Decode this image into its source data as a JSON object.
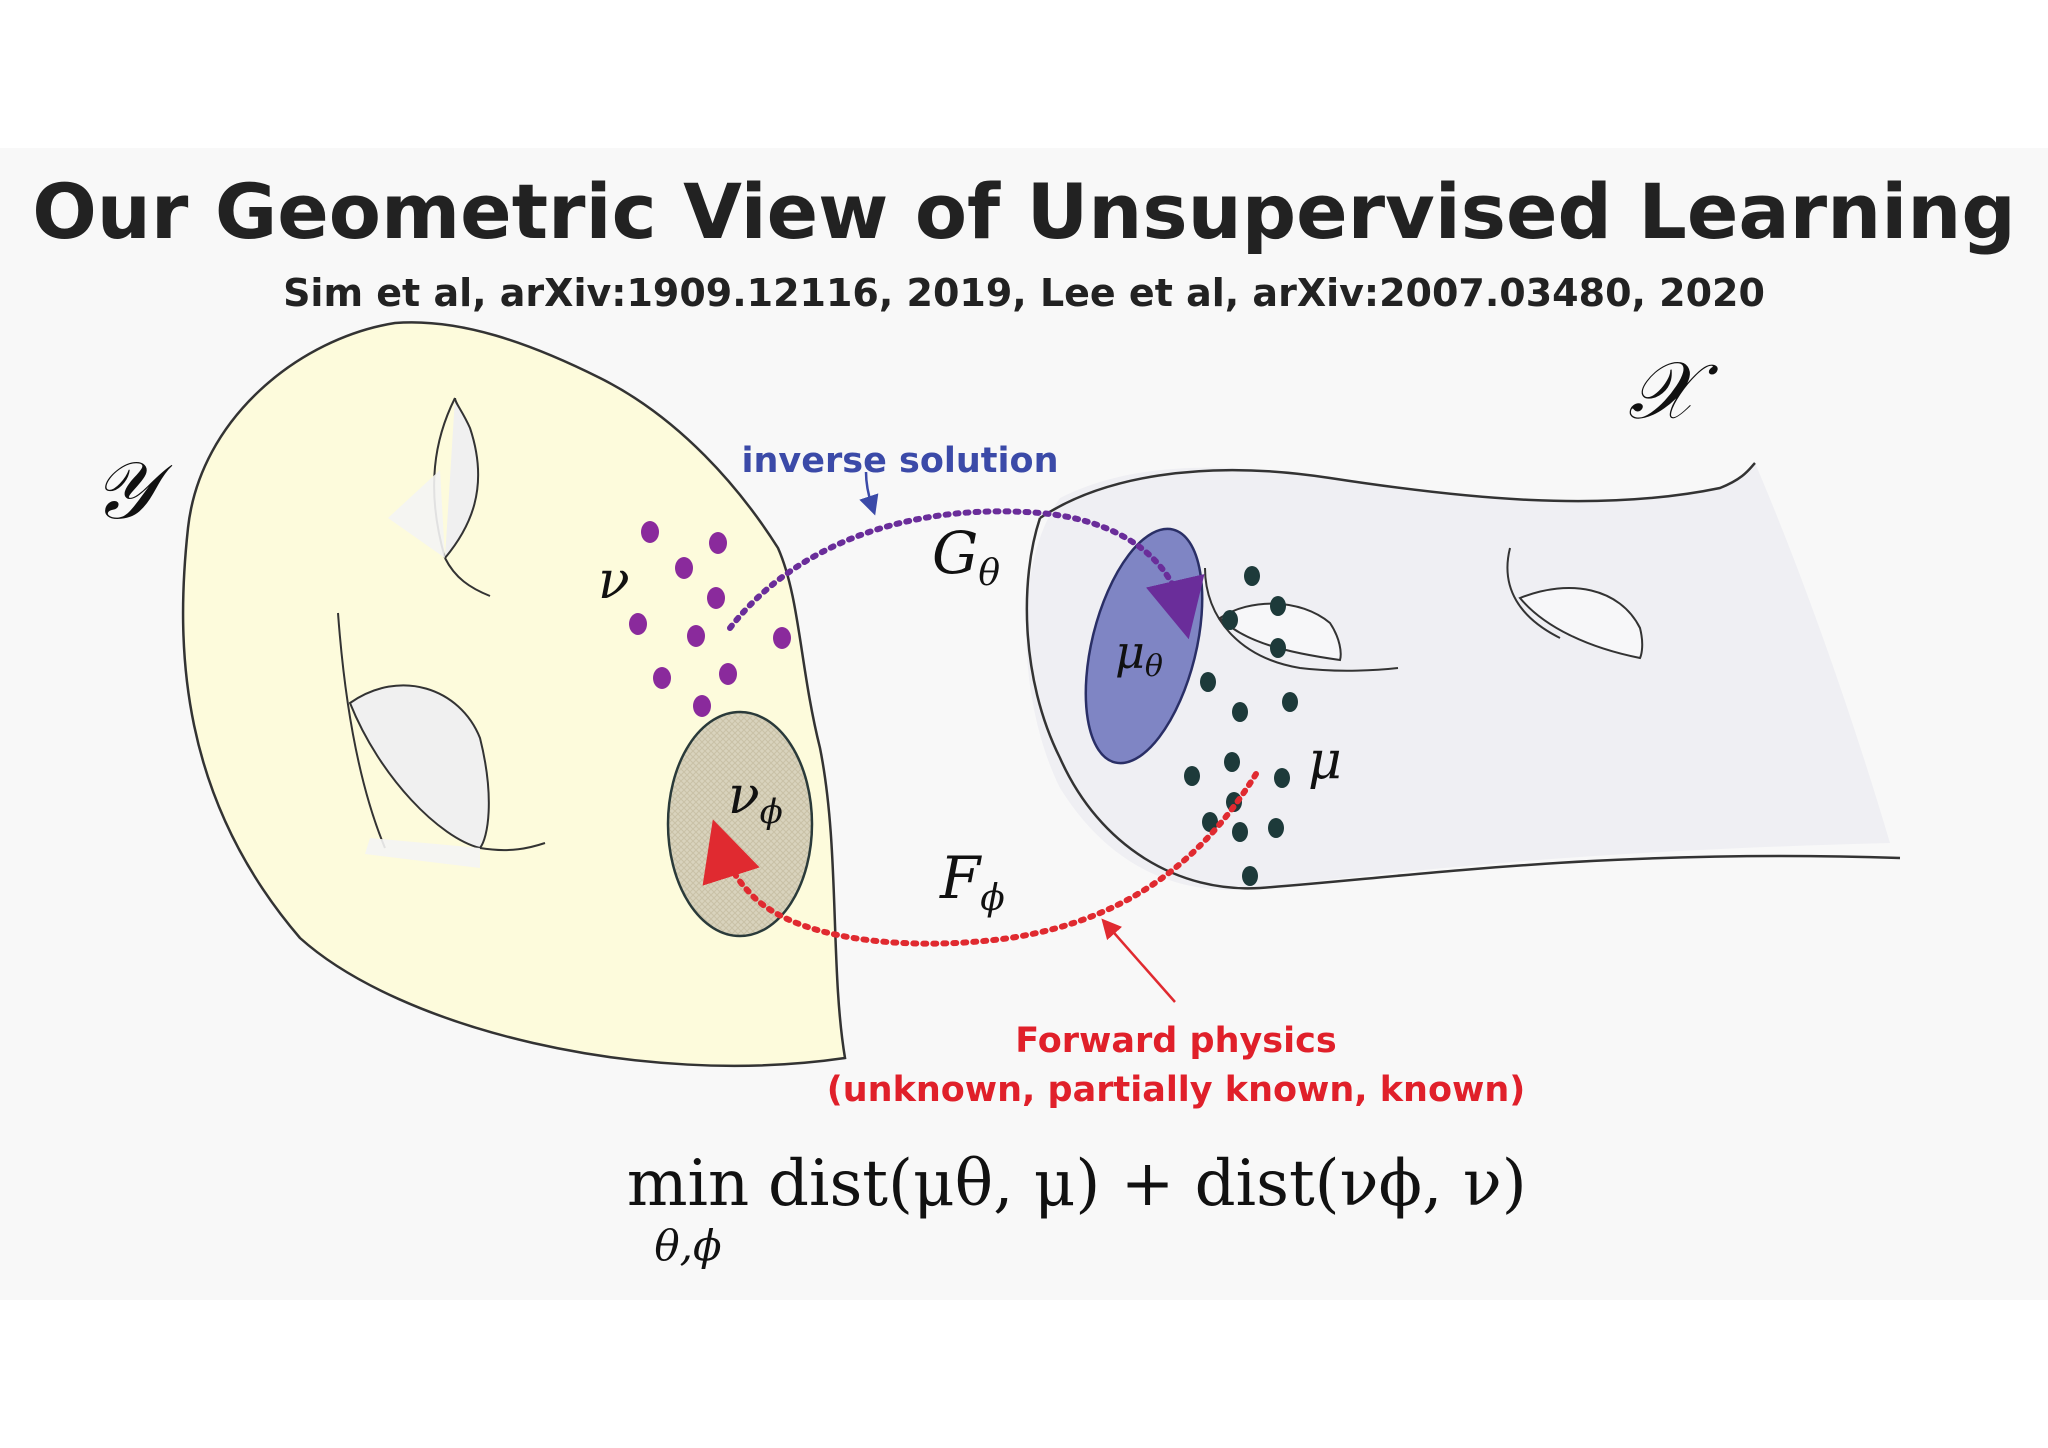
{
  "title": "Our Geometric View of Unsupervised Learning",
  "citation": "Sim et al, arXiv:1909.12116, 2019, Lee et al, arXiv:2007.03480, 2020",
  "manifolds": {
    "y_label": "𝒴",
    "x_label": "𝒳"
  },
  "distributions": {
    "nu": "ν",
    "nu_phi_main": "ν",
    "nu_phi_sub": "ϕ",
    "mu": "μ",
    "mu_theta_main": "μ",
    "mu_theta_sub": "θ"
  },
  "maps": {
    "g_main": "G",
    "g_sub": "θ",
    "f_main": "F",
    "f_sub": "ϕ"
  },
  "annotations": {
    "inverse": "inverse solution",
    "forward_line1": "Forward physics",
    "forward_line2": "(unknown, partially known, known)"
  },
  "formula": {
    "min": "min",
    "min_sub": "θ,ϕ",
    "body": "dist(μθ, μ) + dist(νϕ, ν)"
  },
  "colors": {
    "manifold_y_fill": "#fdfbdc",
    "manifold_x_fill": "#efeff3",
    "nu_dots": "#8a2a9c",
    "mu_dots": "#1d3a3a",
    "mu_theta_fill": "#7f85c4",
    "nu_phi_fill": "#d9d3bd",
    "inverse_arrow": "#6a2d9a",
    "forward_arrow": "#e02a30"
  }
}
